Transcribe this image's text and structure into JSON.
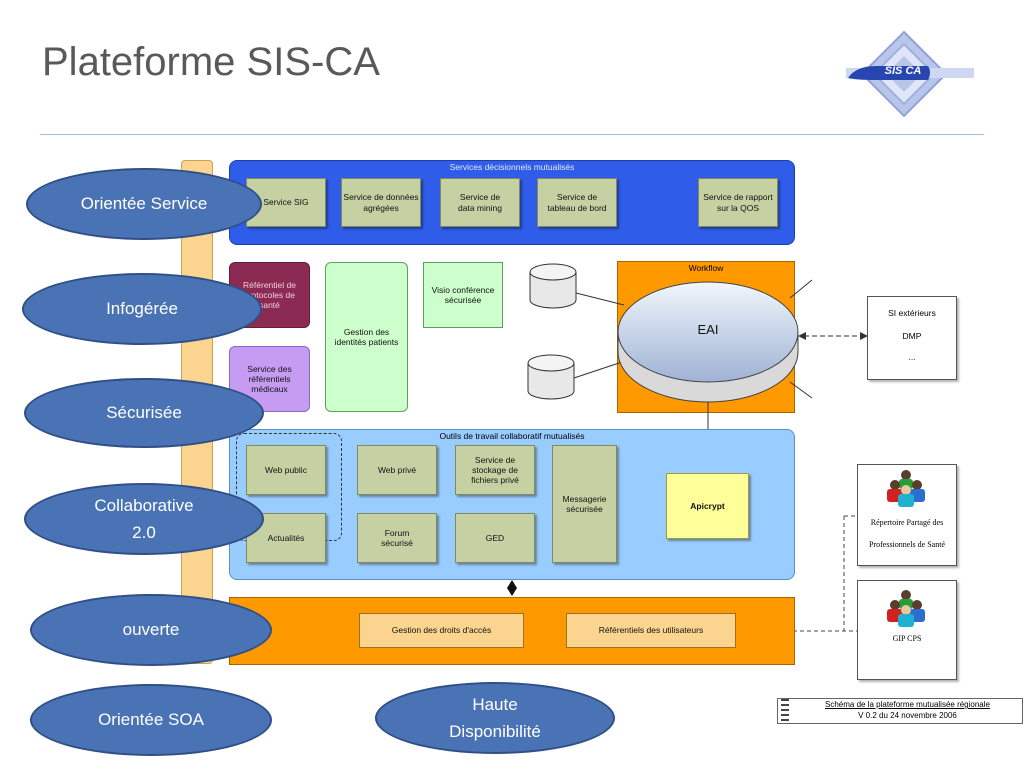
{
  "slide": {
    "title": "Plateforme SIS-CA"
  },
  "logo": {
    "text": "SIS CA"
  },
  "ovals": [
    {
      "label": "Orientée Service"
    },
    {
      "label": "Infogérée"
    },
    {
      "label": "Sécurisée"
    },
    {
      "label": "Collaborative 2.0"
    },
    {
      "label": "ouverte"
    },
    {
      "label": "Orientée SOA"
    },
    {
      "label": "Haute Disponibilité"
    }
  ],
  "decisional": {
    "title": "Services décisionnels mutualisés",
    "items": [
      "Service SIG",
      "Service de données agrégées",
      "Service de data mining",
      "Service de tableau de bord",
      "Service de rapport sur la QOS"
    ]
  },
  "middle": {
    "ref_protocoles": "Référentiel de protocoles de santé",
    "ref_medicaux": "Service des référentiels médicaux",
    "identites": "Gestion des identités patients",
    "visio": "Visio conférence sécurisée",
    "workflow": "Workflow",
    "eai": "EAI",
    "si_ext": {
      "line1": "SI extérieurs",
      "line2": "DMP",
      "line3": "..."
    }
  },
  "collab": {
    "title": "Outils de travail collaboratif mutualisés",
    "web_public": "Web public",
    "actualites": "Actualités",
    "web_prive": "Web privé",
    "forum": "Forum sécurisé",
    "stockage": "Service de stockage de fichiers privé",
    "ged": "GED",
    "messagerie": "Messagerie sécurisée",
    "apicrypt": "Apicrypt"
  },
  "bottom": {
    "droits": "Gestion des droits d'accès",
    "referentiels": "Référentiels des utilisateurs"
  },
  "external": {
    "rpps_line1": "Répertoire Partagé des",
    "rpps_line2": "Professionnels de Santé",
    "gip": "GIP CPS"
  },
  "caption": {
    "line1": "Schéma de la  plateforme mutualisée régionale",
    "line2": "V 0.2 du 24 novembre 2006"
  },
  "colors": {
    "blue_banner": "#2f5ce8",
    "orange": "#ff9900",
    "light_blue": "#99ccff",
    "olive": "#c5d1a3",
    "oval_fill": "#4a73b5"
  }
}
